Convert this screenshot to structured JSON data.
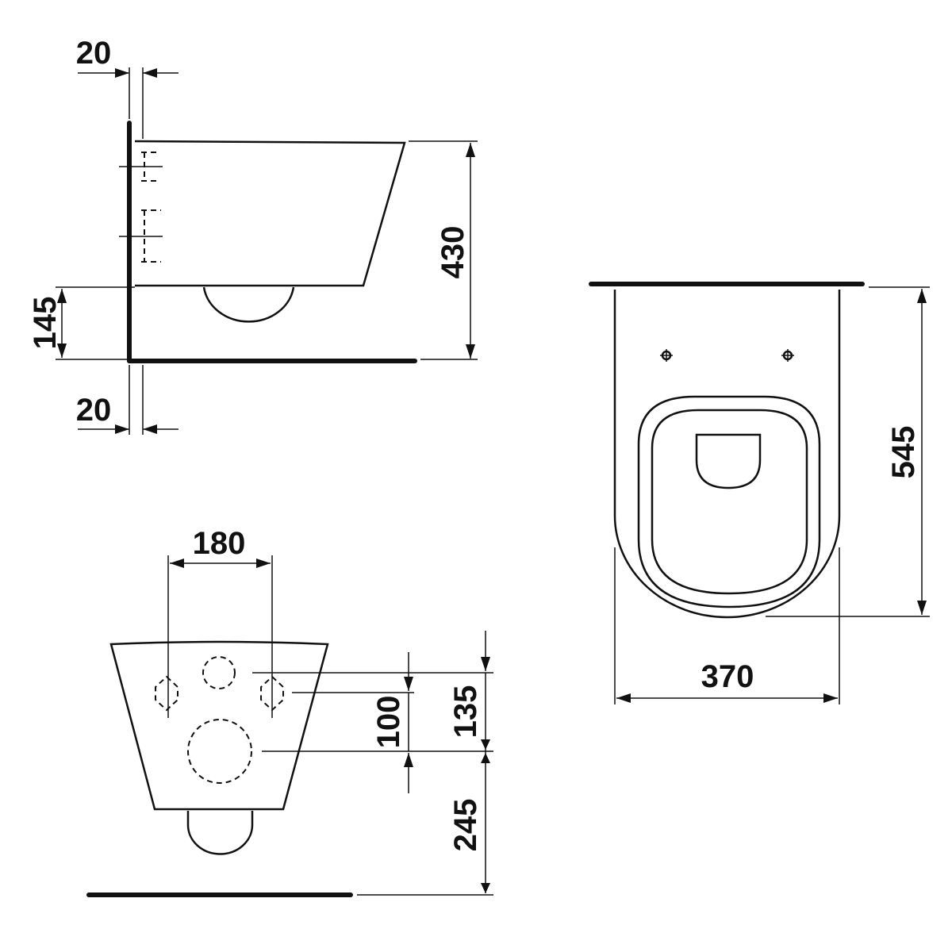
{
  "side_view": {
    "wall_offset_top": "20",
    "height": "430",
    "outlet_height": "145",
    "wall_offset_bottom": "20"
  },
  "top_view": {
    "length": "545",
    "width": "370"
  },
  "front_view": {
    "fixing_spacing": "180",
    "fixing_to_outlet": "100",
    "inlet_to_outlet": "135",
    "outlet_height": "245"
  },
  "colors": {
    "line": "#111111",
    "background": "#ffffff"
  }
}
